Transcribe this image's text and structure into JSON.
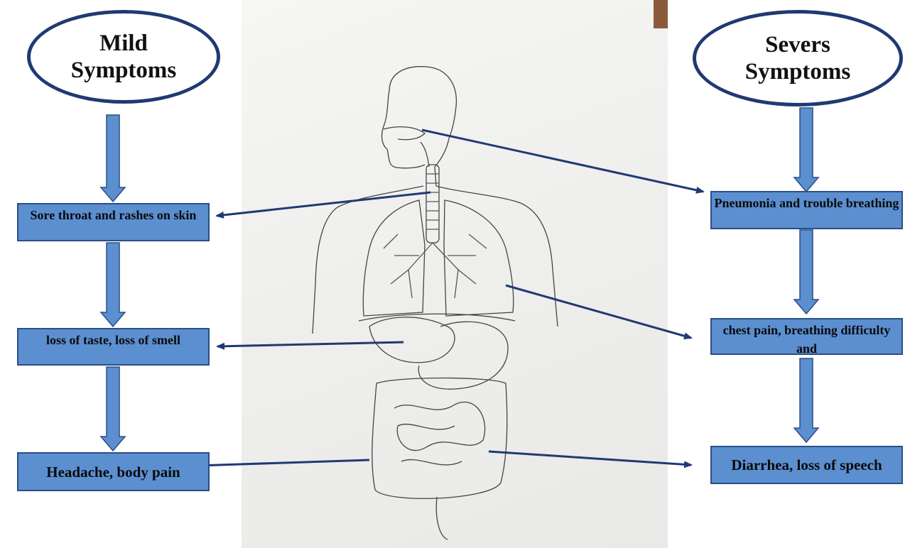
{
  "left_title": "Mild\nSymptoms",
  "right_title": "Severs\nSymptoms",
  "mild_symptoms": [
    "Sore throat and rashes on skin",
    "loss of taste, loss of smell",
    "Headache, body pain"
  ],
  "severe_symptoms": [
    "Pneumonia and trouble breathing",
    "chest pain, breathing difficulty and",
    "Diarrhea, loss of speech"
  ],
  "colors": {
    "box_fill": "#5b8fd0",
    "box_border": "#2b4e86",
    "oval_border": "#1f3a73",
    "pointer_line": "#1f3a73"
  },
  "illustration": "human-respiratory-digestive-sketch"
}
